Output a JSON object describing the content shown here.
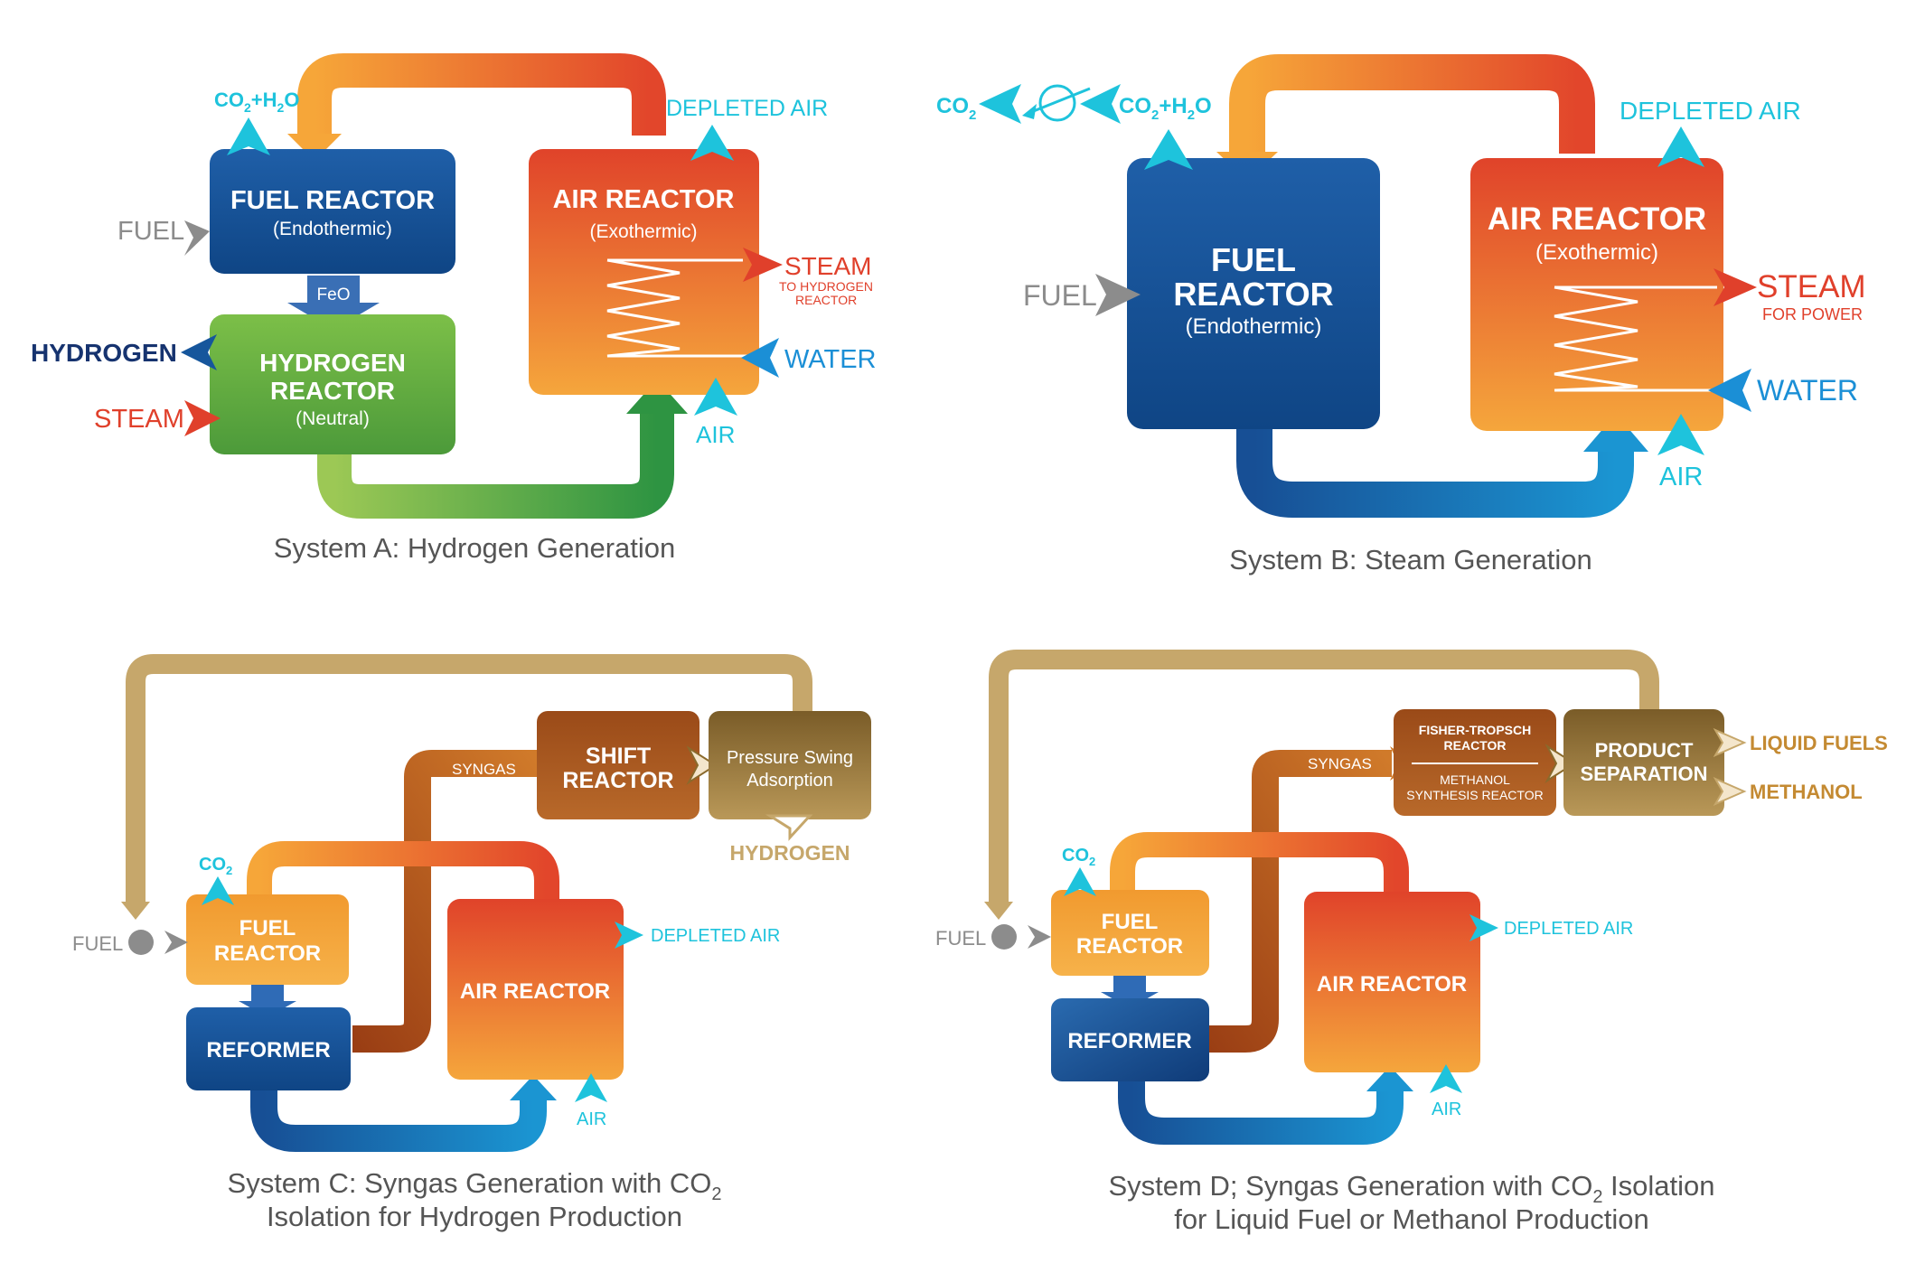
{
  "colors": {
    "blue": "#16569c",
    "blue_dark": "#0e3f7a",
    "cyan": "#1ec3dc",
    "orange": "#f5a23a",
    "red_orange": "#e0502a",
    "green": "#5fae46",
    "tan": "#c6a76b",
    "brown": "#a8591f",
    "olive_brown": "#8a6a2c",
    "gray": "#8c8c8c",
    "steam_red": "#e0402b",
    "hydrogen_navy": "#16336f"
  },
  "system_a": {
    "caption": "System A: Hydrogen Generation",
    "fuel_reactor": {
      "title": "FUEL REACTOR",
      "subtitle": "(Endothermic)"
    },
    "hydrogen_reactor": {
      "title_line1": "HYDROGEN",
      "title_line2": "REACTOR",
      "subtitle": "(Neutral)"
    },
    "air_reactor": {
      "title": "AIR REACTOR",
      "subtitle": "(Exothermic)"
    },
    "feo": "FeO",
    "fuel": "FUEL",
    "hydrogen": "HYDROGEN",
    "steam_in": "STEAM",
    "co2_h2o": {
      "co": "CO",
      "sub2": "2",
      "plus_h": "+H",
      "subh": "2",
      "o": "O"
    },
    "depleted_air": "DEPLETED AIR",
    "steam_out": "STEAM",
    "steam_note1": "TO HYDROGEN",
    "steam_note2": "REACTOR",
    "water": "WATER",
    "air": "AIR"
  },
  "system_b": {
    "caption": "System B: Steam Generation",
    "fuel_reactor": {
      "line1": "FUEL",
      "line2": "REACTOR",
      "subtitle": "(Endothermic)"
    },
    "air_reactor": {
      "title": "AIR REACTOR",
      "subtitle": "(Exothermic)"
    },
    "fuel": "FUEL",
    "co2": {
      "co": "CO",
      "sub": "2"
    },
    "co2_h2o": {
      "co": "CO",
      "sub2": "2",
      "plus_h": "+H",
      "subh": "2",
      "o": "O"
    },
    "depleted_air": "DEPLETED AIR",
    "steam": "STEAM",
    "steam_note": "FOR POWER",
    "water": "WATER",
    "air": "AIR"
  },
  "system_c": {
    "caption_line1_pre": "System C: Syngas Generation with CO",
    "caption_line1_sub": "2",
    "caption_line2": "Isolation for Hydrogen Production",
    "fuel_reactor": {
      "line1": "FUEL",
      "line2": "REACTOR"
    },
    "reformer": "REFORMER",
    "air_reactor": "AIR REACTOR",
    "shift_reactor": {
      "line1": "SHIFT",
      "line2": "REACTOR"
    },
    "psa": {
      "line1": "Pressure Swing",
      "line2": "Adsorption"
    },
    "syngas": "SYNGAS",
    "hydrogen": "HYDROGEN",
    "co2": {
      "co": "CO",
      "sub": "2"
    },
    "fuel": "FUEL",
    "depleted_air": "DEPLETED AIR",
    "air": "AIR"
  },
  "system_d": {
    "caption_line1_pre": "System D; Syngas Generation with CO",
    "caption_line1_sub": "2",
    "caption_line1_post": " Isolation",
    "caption_line2": "for Liquid Fuel or Methanol Production",
    "fuel_reactor": {
      "line1": "FUEL",
      "line2": "REACTOR"
    },
    "reformer": "REFORMER",
    "air_reactor": "AIR REACTOR",
    "ft_reactor": {
      "line1": "FISHER-TROPSCH",
      "line2": "REACTOR",
      "line3": "METHANOL",
      "line4": "SYNTHESIS REACTOR"
    },
    "product_separation": {
      "line1": "PRODUCT",
      "line2": "SEPARATION"
    },
    "syngas": "SYNGAS",
    "liquid_fuels": "LIQUID FUELS",
    "methanol": "METHANOL",
    "co2": {
      "co": "CO",
      "sub": "2"
    },
    "fuel": "FUEL",
    "depleted_air": "DEPLETED AIR",
    "air": "AIR"
  }
}
